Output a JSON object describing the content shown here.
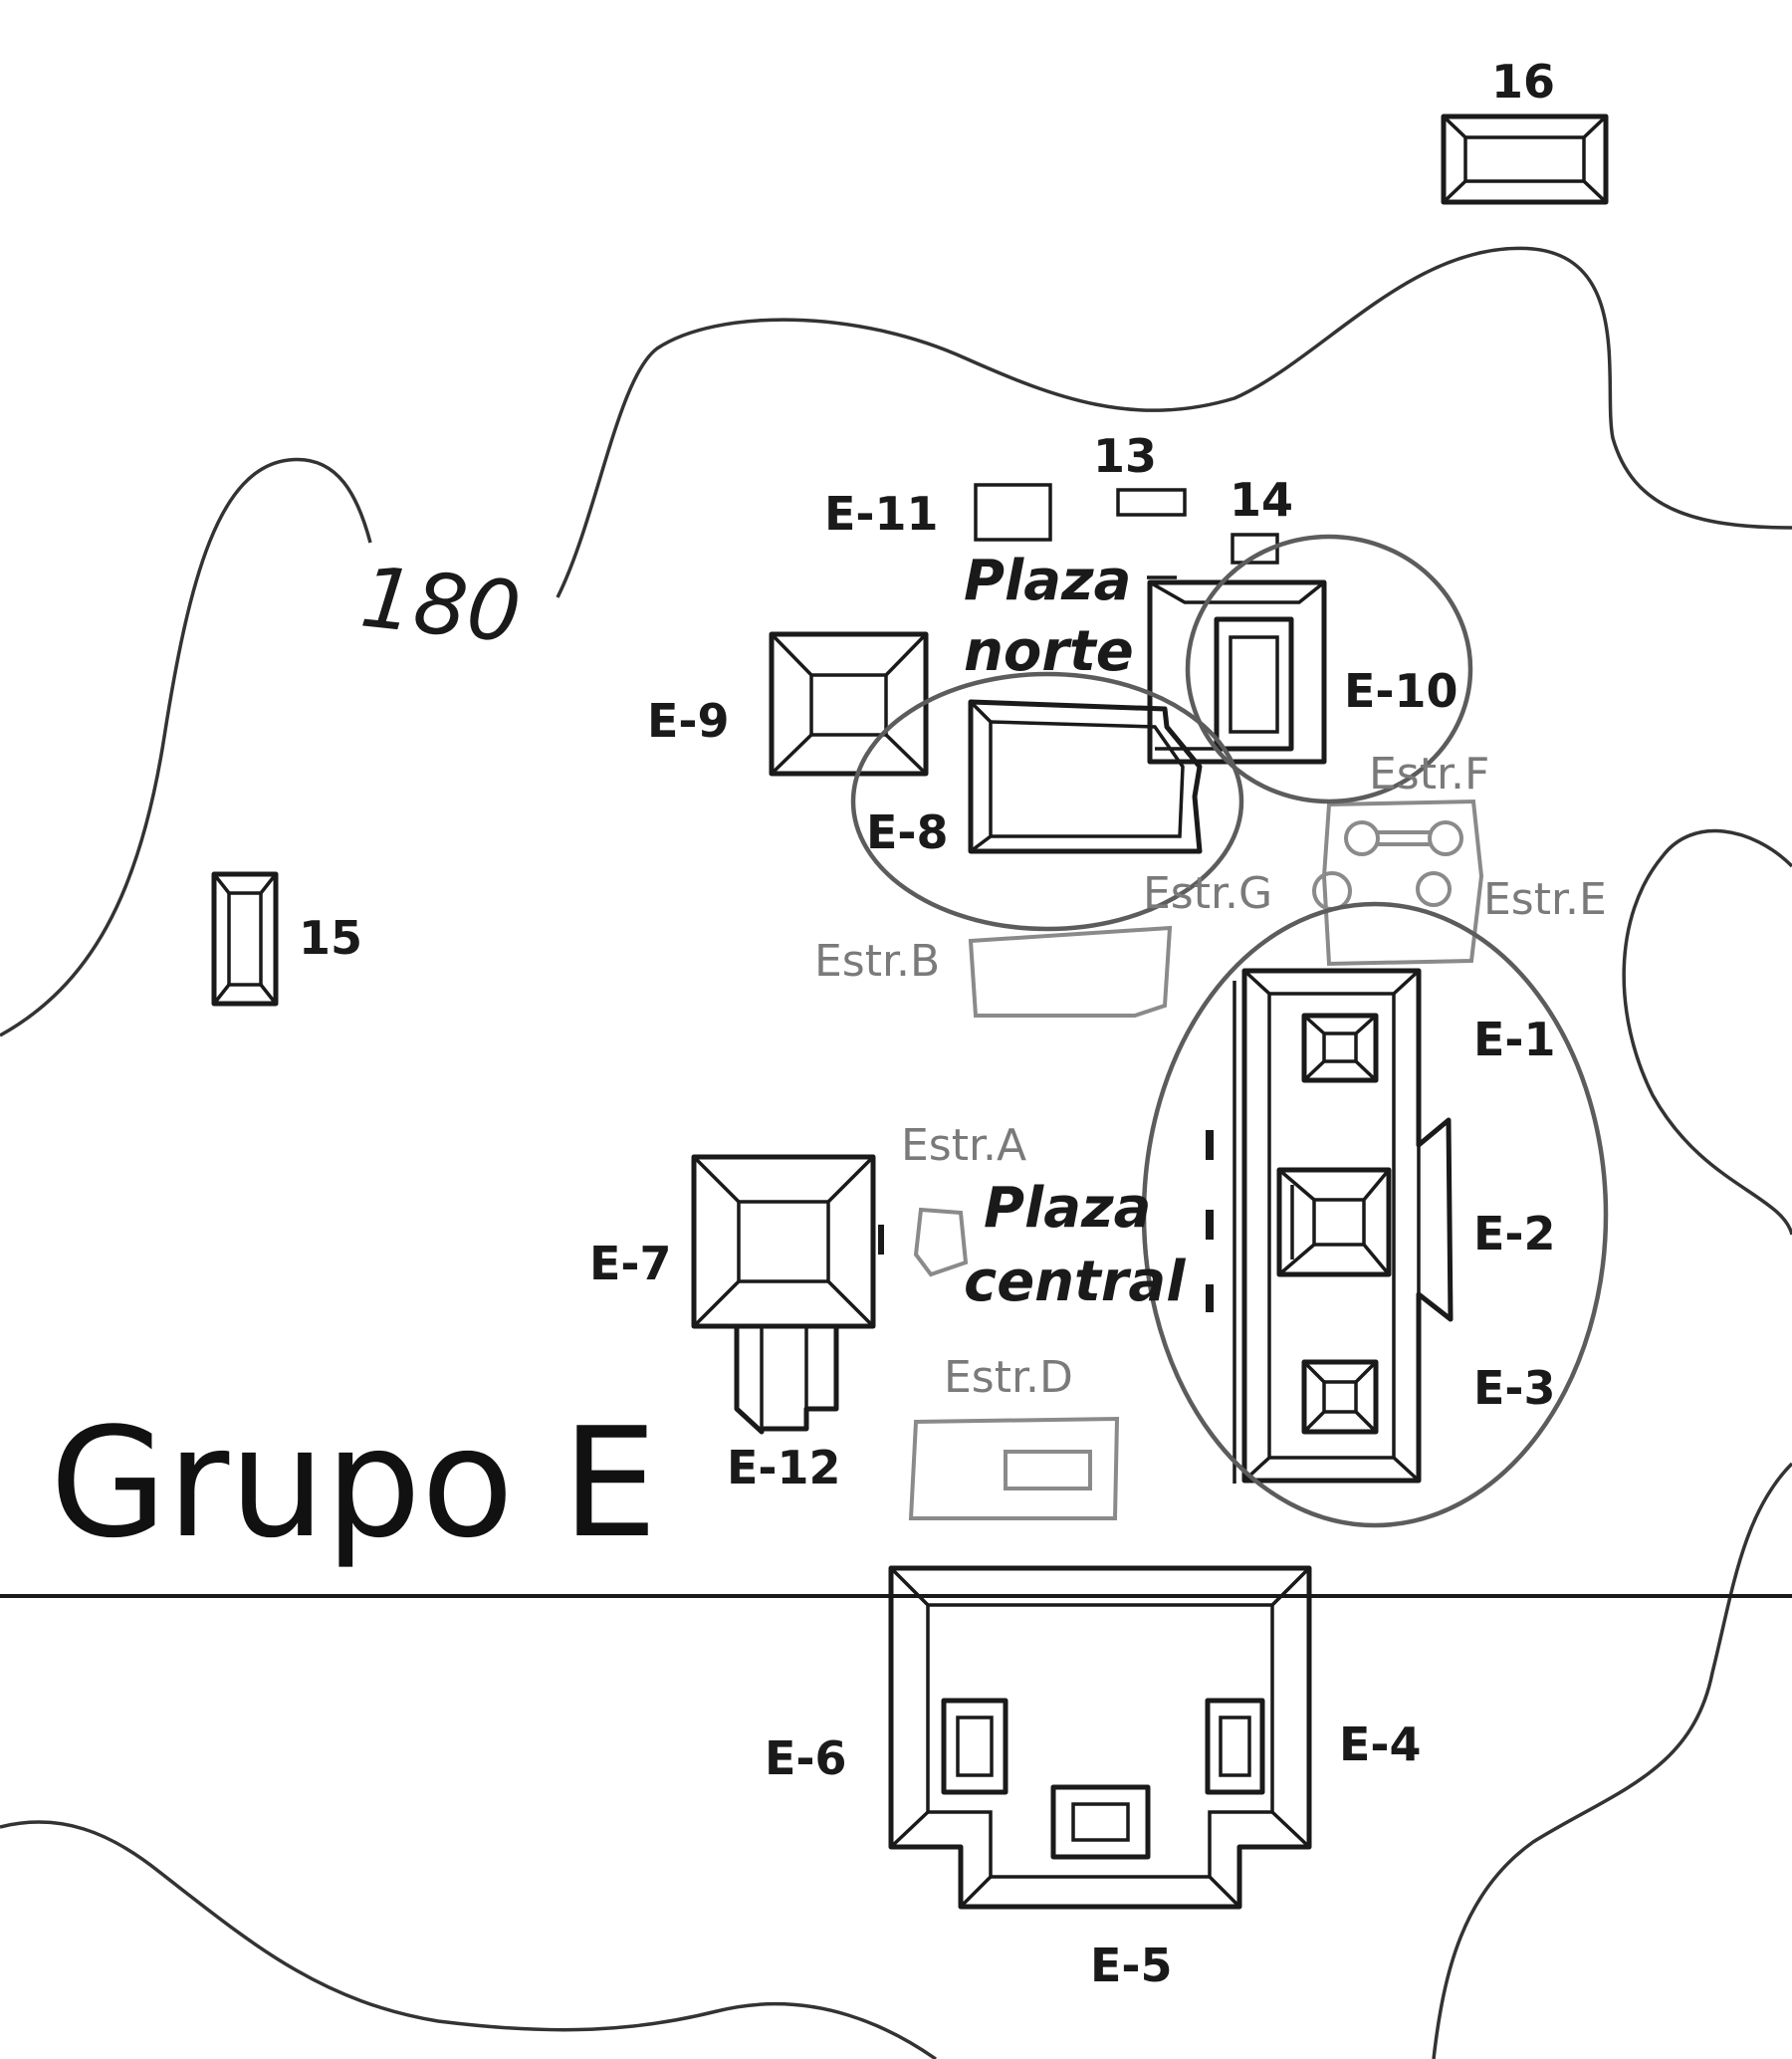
{
  "map": {
    "group_title": "Grupo E",
    "contour_label": "180",
    "plazas": {
      "north": [
        "Plaza",
        "norte"
      ],
      "central": [
        "Plaza",
        "central"
      ]
    },
    "structures": {
      "e1": "E-1",
      "e2": "E-2",
      "e3": "E-3",
      "e4": "E-4",
      "e5": "E-5",
      "e6": "E-6",
      "e7": "E-7",
      "e8": "E-8",
      "e9": "E-9",
      "e10": "E-10",
      "e11": "E-11",
      "e12": "E-12",
      "n13": "13",
      "n14": "14",
      "n15": "15",
      "n16": "16"
    },
    "minor_structures": {
      "a": "Estr.A",
      "b": "Estr.B",
      "d": "Estr.D",
      "e": "Estr.E",
      "f": "Estr.F",
      "g": "Estr.G"
    }
  }
}
